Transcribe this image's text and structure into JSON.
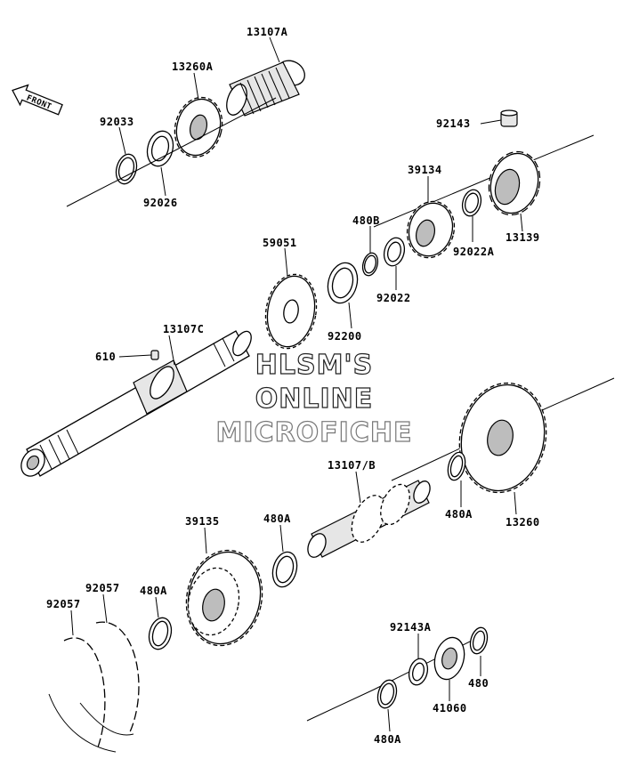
{
  "front_label": "FRONT",
  "watermark": {
    "line1": "HLSM'S",
    "line2": "ONLINE",
    "line3": "MICROFICHE"
  },
  "labels": {
    "p13107A": "13107A",
    "p13260A": "13260A",
    "p92033": "92033",
    "p92026": "92026",
    "p92143": "92143",
    "p39134": "39134",
    "p13139": "13139",
    "p92022A": "92022A",
    "p480B": "480B",
    "p92022": "92022",
    "p59051": "59051",
    "p92200": "92200",
    "p13107C": "13107C",
    "p610": "610",
    "p13107B": "13107/B",
    "p13260": "13260",
    "p480A_r": "480A",
    "p39135": "39135",
    "p480A_m": "480A",
    "p92057_a": "92057",
    "p92057_b": "92057",
    "p480A_l": "480A",
    "p92143A": "92143A",
    "p480": "480",
    "p41060": "41060",
    "p480A_b": "480A"
  }
}
